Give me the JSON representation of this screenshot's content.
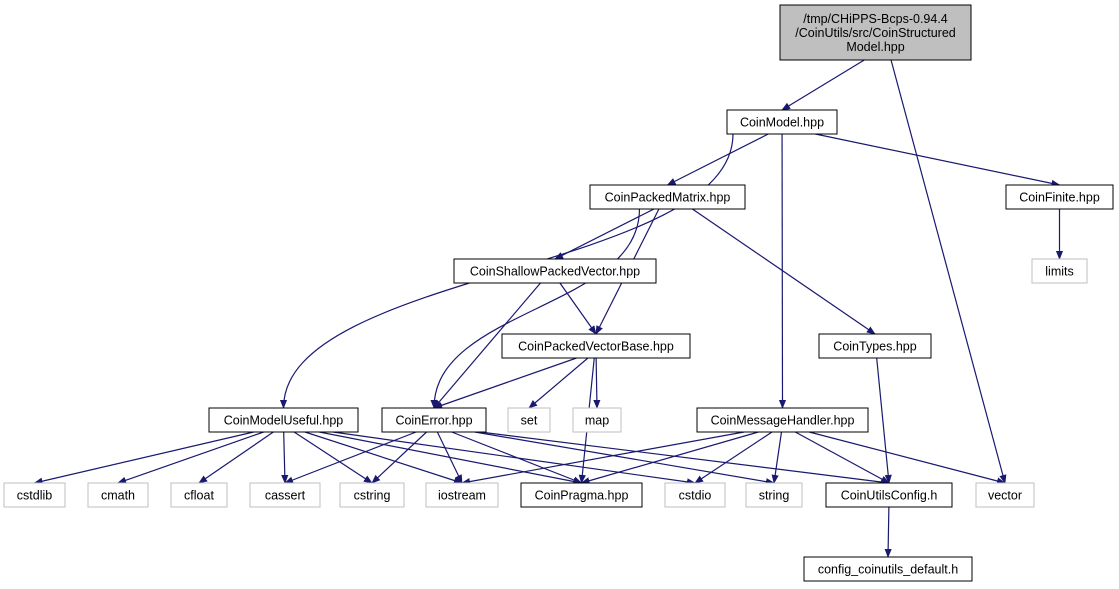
{
  "colors": {
    "edge": "#191970",
    "node_fill": "#ffffff",
    "node_root_fill": "#bfbfbf",
    "border_strong": "#000000",
    "border_system": "#bfbfbf",
    "text_system": "#404040"
  },
  "nodes": [
    {
      "id": "root",
      "lines": [
        "/tmp/CHiPPS-Bcps-0.94.4",
        "/CoinUtils/src/CoinStructured",
        "Model.hpp"
      ],
      "style": "root"
    },
    {
      "id": "coinmodel",
      "lines": [
        "CoinModel.hpp"
      ],
      "style": "strong"
    },
    {
      "id": "coinpackedmatrix",
      "lines": [
        "CoinPackedMatrix.hpp"
      ],
      "style": "strong"
    },
    {
      "id": "coinfinite",
      "lines": [
        "CoinFinite.hpp"
      ],
      "style": "strong"
    },
    {
      "id": "limits",
      "lines": [
        "limits"
      ],
      "style": "system"
    },
    {
      "id": "coinshallowpackedvector",
      "lines": [
        "CoinShallowPackedVector.hpp"
      ],
      "style": "strong"
    },
    {
      "id": "coinpackedvectorbase",
      "lines": [
        "CoinPackedVectorBase.hpp"
      ],
      "style": "strong"
    },
    {
      "id": "cointypes",
      "lines": [
        "CoinTypes.hpp"
      ],
      "style": "strong"
    },
    {
      "id": "coinmodeluseful",
      "lines": [
        "CoinModelUseful.hpp"
      ],
      "style": "strong"
    },
    {
      "id": "coinerror",
      "lines": [
        "CoinError.hpp"
      ],
      "style": "strong"
    },
    {
      "id": "set",
      "lines": [
        "set"
      ],
      "style": "system"
    },
    {
      "id": "map",
      "lines": [
        "map"
      ],
      "style": "system"
    },
    {
      "id": "coinmessagehandler",
      "lines": [
        "CoinMessageHandler.hpp"
      ],
      "style": "strong"
    },
    {
      "id": "cstdlib",
      "lines": [
        "cstdlib"
      ],
      "style": "system"
    },
    {
      "id": "cmath",
      "lines": [
        "cmath"
      ],
      "style": "system"
    },
    {
      "id": "cfloat",
      "lines": [
        "cfloat"
      ],
      "style": "system"
    },
    {
      "id": "cassert",
      "lines": [
        "cassert"
      ],
      "style": "system"
    },
    {
      "id": "cstring",
      "lines": [
        "cstring"
      ],
      "style": "system"
    },
    {
      "id": "iostream",
      "lines": [
        "iostream"
      ],
      "style": "system"
    },
    {
      "id": "coinpragma",
      "lines": [
        "CoinPragma.hpp"
      ],
      "style": "strong"
    },
    {
      "id": "cstdio",
      "lines": [
        "cstdio"
      ],
      "style": "system"
    },
    {
      "id": "string",
      "lines": [
        "string"
      ],
      "style": "system"
    },
    {
      "id": "coinutilsconfig",
      "lines": [
        "CoinUtilsConfig.h"
      ],
      "style": "strong"
    },
    {
      "id": "vector",
      "lines": [
        "vector"
      ],
      "style": "system"
    },
    {
      "id": "configdefault",
      "lines": [
        "config_coinutils_default.h"
      ],
      "style": "strong"
    }
  ],
  "edges": [
    {
      "from": "root",
      "to": "coinmodel"
    },
    {
      "from": "root",
      "to": "vector"
    },
    {
      "from": "coinmodel",
      "to": "coinpackedmatrix"
    },
    {
      "from": "coinmodel",
      "to": "coinfinite"
    },
    {
      "from": "coinmodel",
      "to": "coinmodeluseful"
    },
    {
      "from": "coinmodel",
      "to": "coinmessagehandler"
    },
    {
      "from": "coinfinite",
      "to": "limits"
    },
    {
      "from": "coinpackedmatrix",
      "to": "coinshallowpackedvector"
    },
    {
      "from": "coinpackedmatrix",
      "to": "coinpackedvectorbase"
    },
    {
      "from": "coinpackedmatrix",
      "to": "cointypes"
    },
    {
      "from": "coinpackedmatrix",
      "to": "coinerror"
    },
    {
      "from": "coinshallowpackedvector",
      "to": "coinpackedvectorbase"
    },
    {
      "from": "coinshallowpackedvector",
      "to": "coinerror"
    },
    {
      "from": "coinpackedvectorbase",
      "to": "coinerror"
    },
    {
      "from": "coinpackedvectorbase",
      "to": "set"
    },
    {
      "from": "coinpackedvectorbase",
      "to": "map"
    },
    {
      "from": "coinpackedvectorbase",
      "to": "coinpragma"
    },
    {
      "from": "cointypes",
      "to": "coinutilsconfig"
    },
    {
      "from": "coinmodeluseful",
      "to": "cstdlib"
    },
    {
      "from": "coinmodeluseful",
      "to": "cmath"
    },
    {
      "from": "coinmodeluseful",
      "to": "cfloat"
    },
    {
      "from": "coinmodeluseful",
      "to": "cassert"
    },
    {
      "from": "coinmodeluseful",
      "to": "cstring"
    },
    {
      "from": "coinmodeluseful",
      "to": "iostream"
    },
    {
      "from": "coinmodeluseful",
      "to": "coinpragma"
    },
    {
      "from": "coinmodeluseful",
      "to": "cstdio"
    },
    {
      "from": "coinerror",
      "to": "cassert"
    },
    {
      "from": "coinerror",
      "to": "cstring"
    },
    {
      "from": "coinerror",
      "to": "iostream"
    },
    {
      "from": "coinerror",
      "to": "coinpragma"
    },
    {
      "from": "coinerror",
      "to": "string"
    },
    {
      "from": "coinerror",
      "to": "coinutilsconfig"
    },
    {
      "from": "coinmessagehandler",
      "to": "iostream"
    },
    {
      "from": "coinmessagehandler",
      "to": "coinpragma"
    },
    {
      "from": "coinmessagehandler",
      "to": "cstdio"
    },
    {
      "from": "coinmessagehandler",
      "to": "string"
    },
    {
      "from": "coinmessagehandler",
      "to": "coinutilsconfig"
    },
    {
      "from": "coinmessagehandler",
      "to": "vector"
    },
    {
      "from": "coinutilsconfig",
      "to": "configdefault"
    }
  ]
}
